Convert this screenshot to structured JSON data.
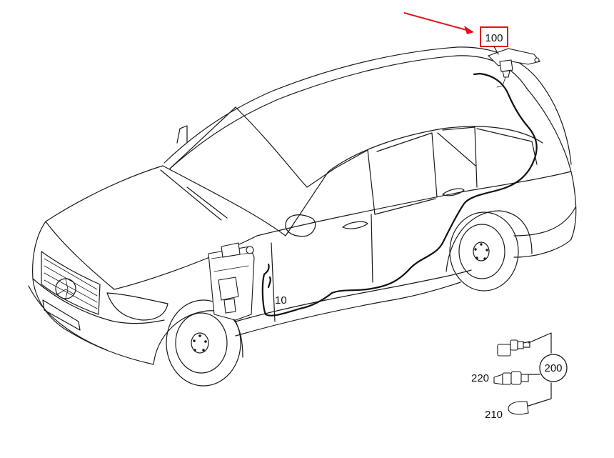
{
  "callouts": {
    "part_100": "100",
    "part_10": "10",
    "part_200": "200",
    "part_220": "220",
    "part_210": "210"
  },
  "colors": {
    "highlight": "#e0141e",
    "line": "#1a1a1a"
  },
  "icons": [
    "arrow-pointer-icon"
  ]
}
